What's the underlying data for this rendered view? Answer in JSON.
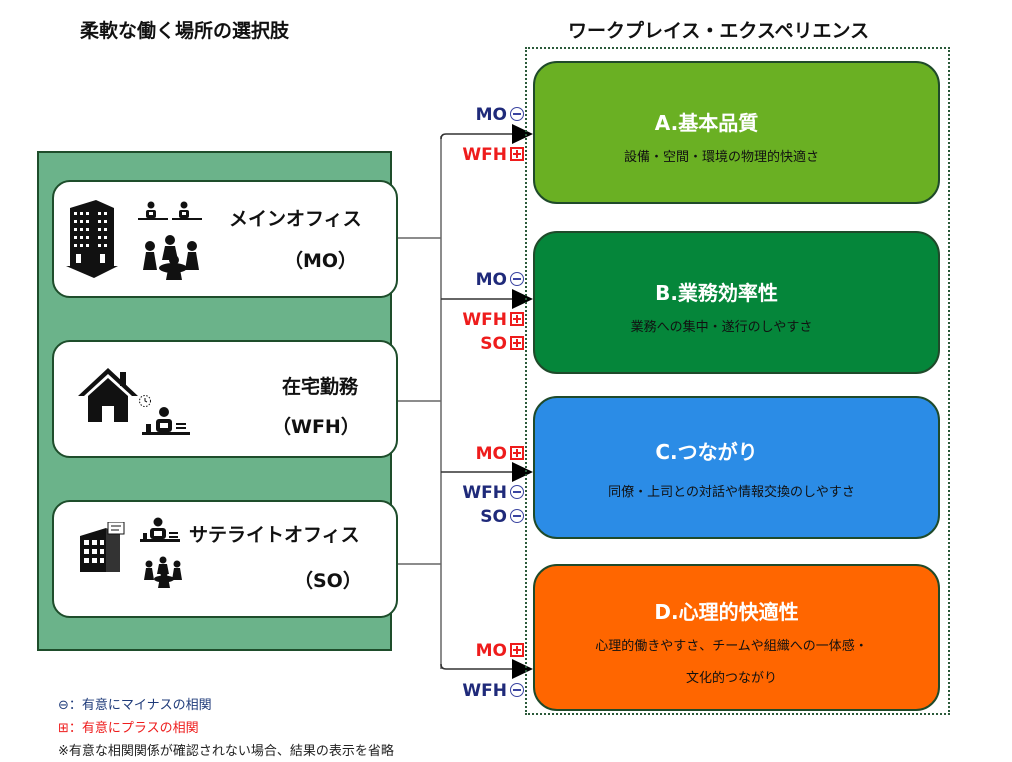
{
  "headings": {
    "left": "柔軟な働く場所の選択肢",
    "right": "ワークプレイス・エクスペリエンス"
  },
  "locations": [
    {
      "id": "MO",
      "name": "メインオフィス",
      "abbr": "（MO）",
      "icons": [
        "office-building-icon",
        "desk-workers-icon",
        "meeting-group-icon"
      ]
    },
    {
      "id": "WFH",
      "name": "在宅勤務",
      "abbr": "（WFH）",
      "icons": [
        "house-icon",
        "clock-icon",
        "home-desk-worker-icon"
      ]
    },
    {
      "id": "SO",
      "name": "サテライトオフィス",
      "abbr": "（SO）",
      "icons": [
        "satellite-building-icon",
        "desk-worker-icon",
        "meeting-group-icon"
      ]
    }
  ],
  "experiences": [
    {
      "id": "A",
      "title": "A.基本品質",
      "desc": [
        "設備・空間・環境の物理的快適さ"
      ],
      "color": "#6ab023",
      "correlations": [
        {
          "label": "MO",
          "sign": "neg"
        },
        {
          "label": "WFH",
          "sign": "pos"
        }
      ]
    },
    {
      "id": "B",
      "title": "B.業務効率性",
      "desc": [
        "業務への集中・遂行のしやすさ"
      ],
      "color": "#05863a",
      "correlations": [
        {
          "label": "MO",
          "sign": "neg"
        },
        {
          "label": "WFH",
          "sign": "pos"
        },
        {
          "label": "SO",
          "sign": "pos"
        }
      ]
    },
    {
      "id": "C",
      "title": "C.つながり",
      "desc": [
        "同僚・上司との対話や情報交換のしやすさ"
      ],
      "color": "#2b8ce6",
      "correlations": [
        {
          "label": "MO",
          "sign": "pos"
        },
        {
          "label": "WFH",
          "sign": "neg"
        },
        {
          "label": "SO",
          "sign": "neg"
        }
      ]
    },
    {
      "id": "D",
      "title": "D.心理的快適性",
      "desc": [
        "心理的働きやすさ、チームや組織への一体感・",
        "文化的つながり"
      ],
      "color": "#ff6600",
      "correlations": [
        {
          "label": "MO",
          "sign": "pos"
        },
        {
          "label": "WFH",
          "sign": "neg"
        }
      ]
    }
  ],
  "legend": {
    "negative": "⊖：有意にマイナスの相関",
    "positive": "⊞：有意にプラスの相関",
    "note": "※有意な相関関係が確認されない場合、結果の表示を省略"
  }
}
